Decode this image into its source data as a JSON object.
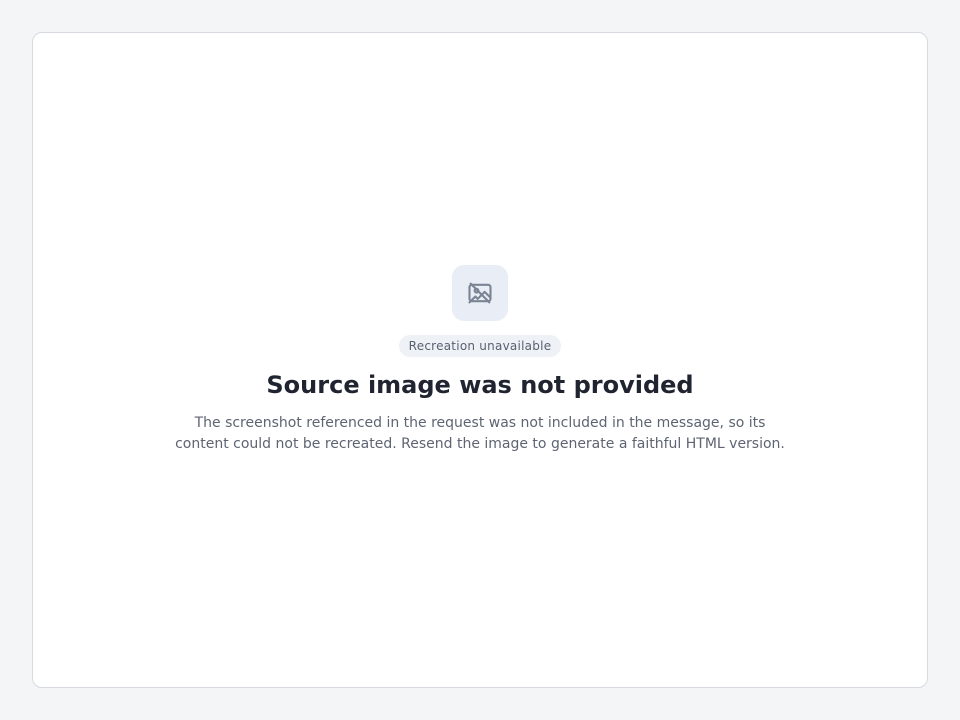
{
  "placeholder": {
    "badge": "Recreation unavailable",
    "title": "Source image was not provided",
    "subtitle": "The screenshot referenced in the request was not included in the message, so its content could not be recreated. Resend the image to generate a faithful HTML version."
  }
}
